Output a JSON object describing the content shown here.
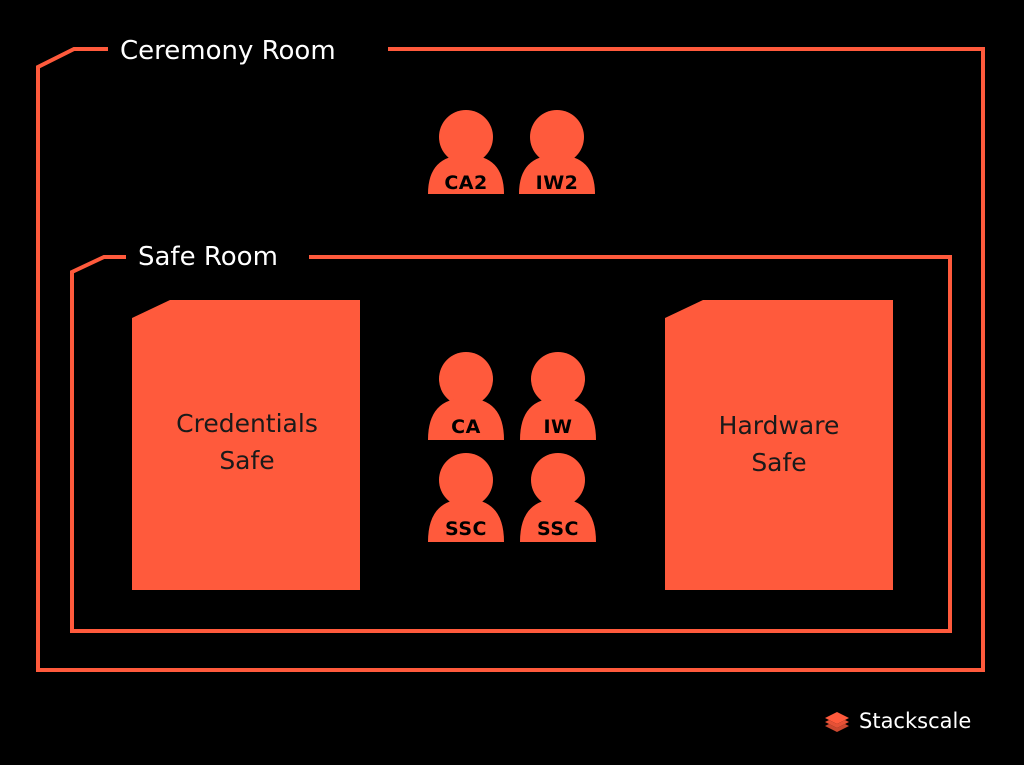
{
  "colors": {
    "accent": "#ff5a3c",
    "background": "#000000",
    "text": "#ffffff",
    "dark_text": "#1a1a1a"
  },
  "rooms": {
    "ceremony": {
      "label": "Ceremony Room"
    },
    "safe": {
      "label": "Safe Room"
    }
  },
  "safes": {
    "credentials": {
      "line1": "Credentials",
      "line2": "Safe"
    },
    "hardware": {
      "line1": "Hardware",
      "line2": "Safe"
    }
  },
  "people": {
    "ceremony_room": [
      {
        "label": "CA2",
        "icon": "person-icon"
      },
      {
        "label": "IW2",
        "icon": "person-icon"
      }
    ],
    "safe_room": [
      {
        "label": "CA",
        "icon": "person-icon"
      },
      {
        "label": "IW",
        "icon": "person-icon"
      },
      {
        "label": "SSC",
        "icon": "person-icon"
      },
      {
        "label": "SSC",
        "icon": "person-icon"
      }
    ]
  },
  "brand": {
    "name": "Stackscale",
    "icon": "stackscale-logo-icon"
  }
}
